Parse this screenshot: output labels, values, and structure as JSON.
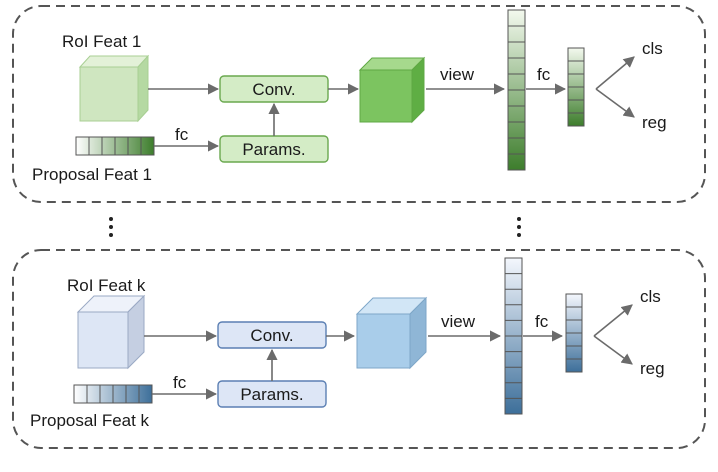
{
  "diagram": {
    "panels": [
      {
        "roi_label": "RoI Feat 1",
        "proposal_label": "Proposal Feat 1",
        "conv_label": "Conv.",
        "params_label": "Params.",
        "fc_label_1": "fc",
        "view_label": "view",
        "fc_label_2": "fc",
        "cls_label": "cls",
        "reg_label": "reg",
        "colors": {
          "cube_light": "#cfe6c0",
          "cube_out": "#7cc460",
          "box_fill": "#d4ecc6",
          "box_stroke": "#6aa84f",
          "accent_dark": "#3d7d2c"
        }
      },
      {
        "roi_label": "RoI Feat k",
        "proposal_label": "Proposal Feat k",
        "conv_label": "Conv.",
        "params_label": "Params.",
        "fc_label_1": "fc",
        "view_label": "view",
        "fc_label_2": "fc",
        "cls_label": "cls",
        "reg_label": "reg",
        "colors": {
          "cube_light": "#dde6f5",
          "cube_out": "#a9cdea",
          "box_fill": "#dde6f6",
          "box_stroke": "#5b7fb3",
          "accent_dark": "#3d6f9a"
        }
      }
    ],
    "ellipsis": "⋮"
  }
}
